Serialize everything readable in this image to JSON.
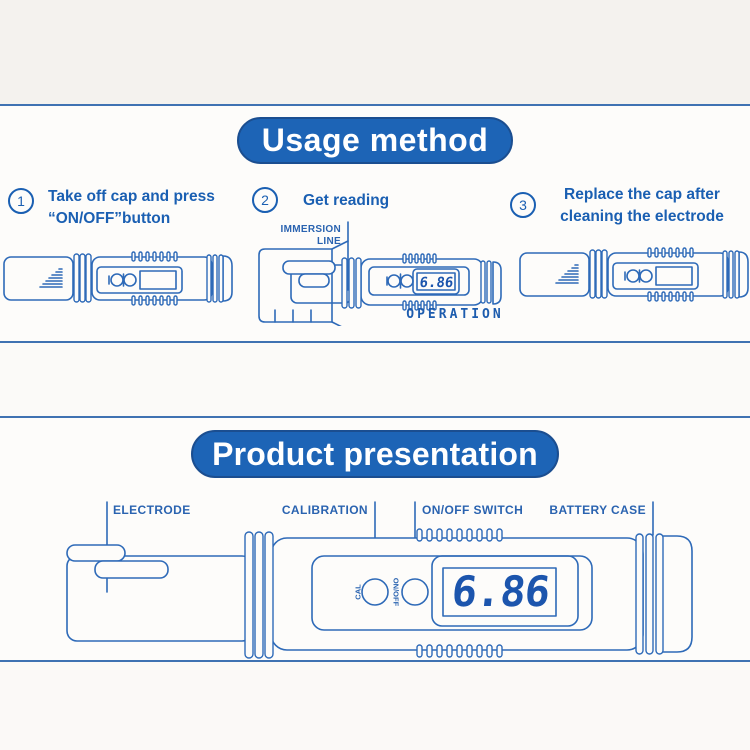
{
  "colors": {
    "banner_blue": "#1d64b6",
    "line_art_blue": "#2e6ab8",
    "text_blue": "#1a5fb2",
    "lcd_digit_blue": "#1c55ad"
  },
  "sections": {
    "usage": {
      "title": "Usage method",
      "steps": [
        {
          "number": "1",
          "line1": "Take off cap and press",
          "line2": "“ON/OFF”button"
        },
        {
          "number": "2",
          "line1": "Get reading"
        },
        {
          "number": "3",
          "line1": "Replace the cap after",
          "line2": "cleaning the electrode"
        }
      ],
      "diagram": {
        "immersion_label_1": "IMMERSION",
        "immersion_label_2": "LINE",
        "operation_label": "OPERATION",
        "display_reading": "6.86"
      }
    },
    "product": {
      "title": "Product presentation",
      "part_labels": {
        "electrode": "ELECTRODE",
        "calibration": "CALIBRATION",
        "on_off_switch": "ON/OFF SWITCH",
        "battery_case": "BATTERY CASE"
      },
      "button_labels": {
        "cal": "CAL",
        "on_off": "ON/OFF"
      },
      "display_reading": "6.86"
    }
  }
}
